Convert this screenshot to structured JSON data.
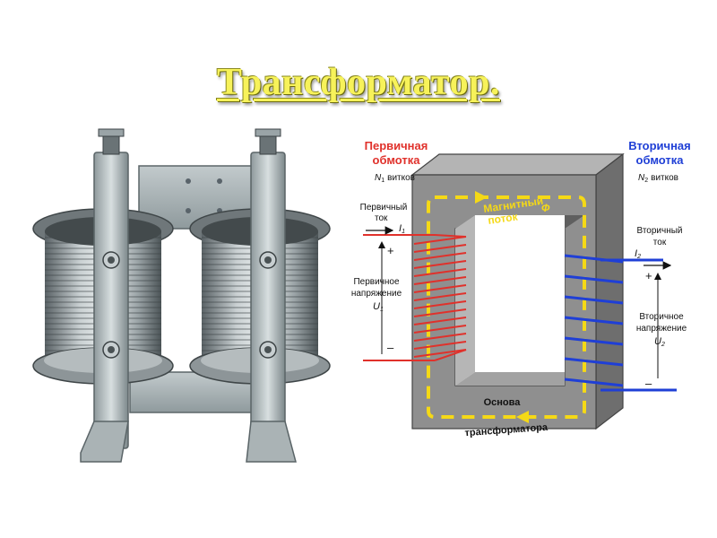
{
  "title": "Трансформатор.",
  "diagram": {
    "primary_winding": {
      "line1": "Первичная",
      "line2": "обмотка",
      "turns_symbol": "N",
      "turns_sub": "1",
      "turns_word": "витков"
    },
    "secondary_winding": {
      "line1": "Вторичная",
      "line2": "обмотка",
      "turns_symbol": "N",
      "turns_sub": "2",
      "turns_word": "витков"
    },
    "magnetic_flux": {
      "line1": "Магнитный",
      "line2": "поток",
      "symbol": "Ф"
    },
    "primary_current": {
      "line1": "Первичный",
      "line2": "ток",
      "symbol": "I",
      "sub": "1"
    },
    "secondary_current": {
      "line1": "Вторичный",
      "line2": "ток",
      "symbol": "I",
      "sub": "2"
    },
    "primary_voltage": {
      "line1": "Первичное",
      "line2": "напряжение",
      "symbol": "U",
      "sub": "1"
    },
    "secondary_voltage": {
      "line1": "Вторичное",
      "line2": "напряжение",
      "symbol": "U",
      "sub": "2"
    },
    "core": {
      "line1": "Основа",
      "line2": "трансформатора"
    },
    "plus": "+",
    "minus": "–"
  },
  "colors": {
    "title": "#f7f25a",
    "primary": "#e0312b",
    "secondary": "#1f3fd6",
    "flux": "#f5d916",
    "core": "#8c8c8c"
  }
}
